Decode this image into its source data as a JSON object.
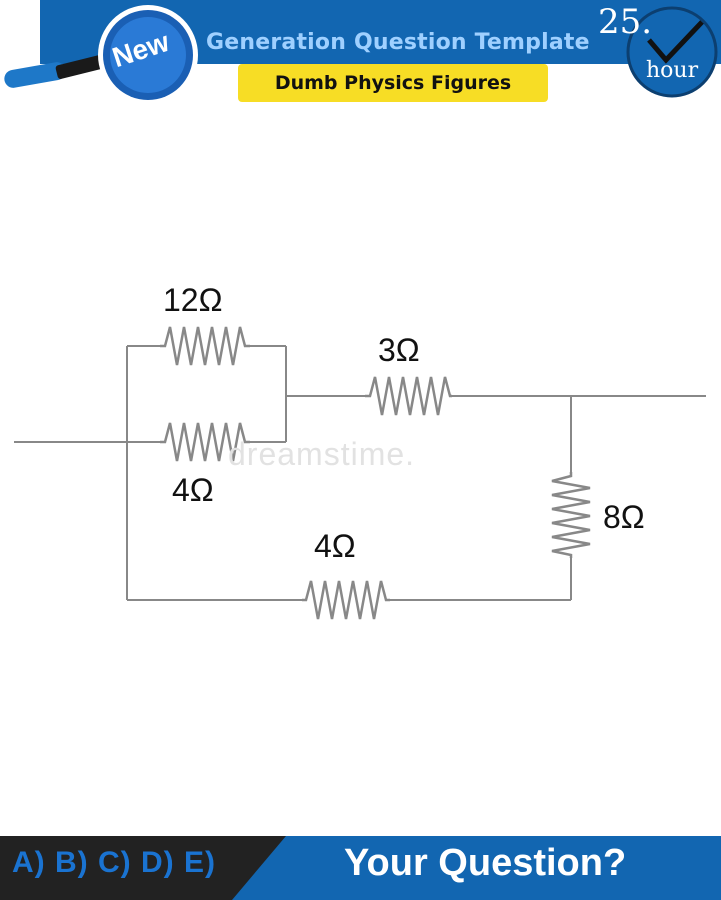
{
  "header": {
    "title": "Generation Question Template",
    "subtitle": "Dumb Physics Figures",
    "badge": "New",
    "clock_number": "25.",
    "clock_word": "hour"
  },
  "circuit": {
    "resistors": [
      {
        "id": "r12",
        "label": "12Ω"
      },
      {
        "id": "r4_top",
        "label": "4Ω"
      },
      {
        "id": "r3",
        "label": "3Ω"
      },
      {
        "id": "r8",
        "label": "8Ω"
      },
      {
        "id": "r4_bottom",
        "label": "4Ω"
      }
    ]
  },
  "watermark": "dreamstime.",
  "footer": {
    "answers": "A) B) C) D) E)",
    "question": "Your Question?"
  },
  "colors": {
    "header_blue": "#1266b1",
    "highlight_yellow": "#f7dd25",
    "footer_dark": "#222222",
    "answer_blue": "#1a73d1",
    "wire_gray": "#888888"
  }
}
